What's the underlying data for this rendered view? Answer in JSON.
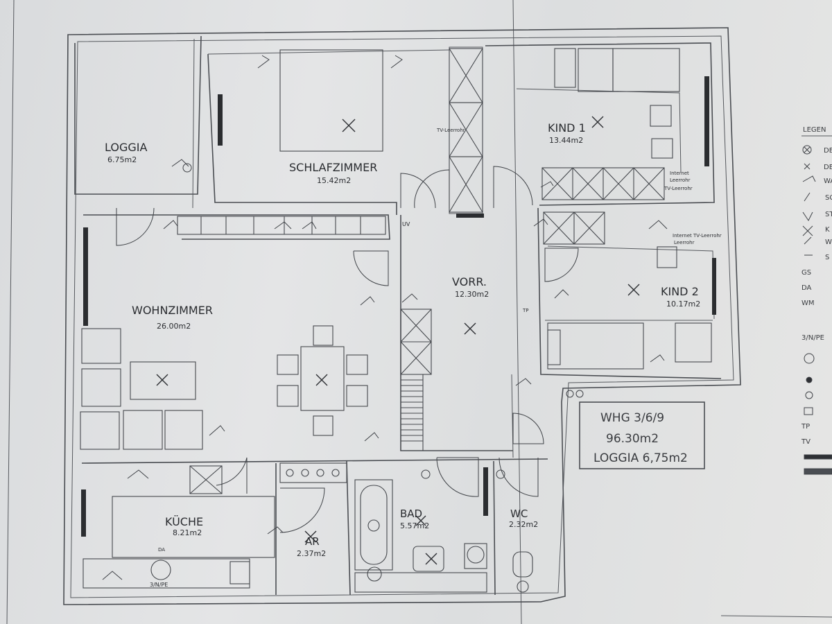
{
  "rooms": {
    "loggia": {
      "name": "LOGGIA",
      "area": "6.75m2"
    },
    "schlafzimmer": {
      "name": "SCHLAFZIMMER",
      "area": "15.42m2"
    },
    "kind1": {
      "name": "KIND 1",
      "area": "13.44m2"
    },
    "wohnzimmer": {
      "name": "WOHNZIMMER",
      "area": "26.00m2"
    },
    "vorr": {
      "name": "VORR.",
      "area": "12.30m2"
    },
    "kind2": {
      "name": "KIND 2",
      "area": "10.17m2"
    },
    "kueche": {
      "name": "KÜCHE",
      "area": "8.21m2"
    },
    "ar": {
      "name": "AR",
      "area": "2.37m2"
    },
    "bad": {
      "name": "BAD",
      "area": "5.57m2"
    },
    "wc": {
      "name": "WC",
      "area": "2.32m2"
    }
  },
  "annotations": {
    "tv_leerrohr": "TV-Leerrohr",
    "internet": "Internet",
    "leerrohr": "Leerrohr",
    "internet_tv_leerrohr": "Internet TV-Leerrohr",
    "uv": "UV",
    "tp": "TP",
    "da": "DA",
    "power": "3/N/PE"
  },
  "info_box": {
    "line1": "WHG 3/6/9",
    "line2": "96.30m2",
    "line3": "LOGGIA 6,75m2"
  },
  "legend": {
    "title": "LEGEN",
    "items": [
      "DE",
      "DE",
      "WA",
      "SC",
      "ST",
      "K",
      "W",
      "S",
      "GS",
      "DA",
      "WM",
      "",
      "3/N/PE",
      "",
      "",
      "",
      "",
      "",
      "TP",
      "TV",
      "",
      ""
    ]
  }
}
